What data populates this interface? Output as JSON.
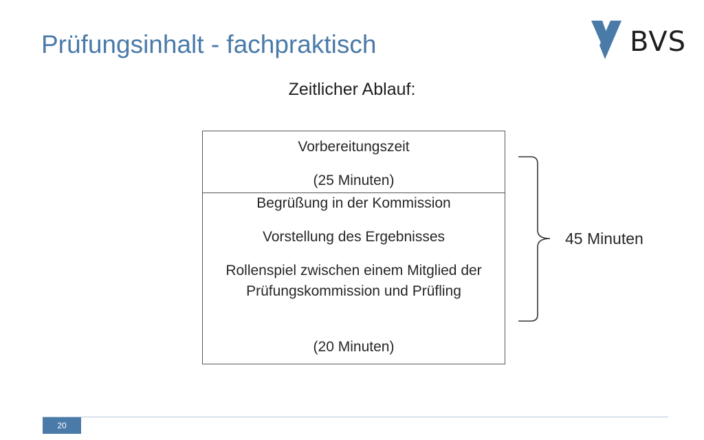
{
  "slide": {
    "title": "Prüfungsinhalt - fachpraktisch",
    "subtitle": "Zeitlicher Ablauf:",
    "page_number": "20"
  },
  "logo": {
    "text": "BVS",
    "icon": "bvs-v-mark-icon",
    "color": "#4a7aa8"
  },
  "schedule": {
    "preparation": {
      "label": "Vorbereitungszeit",
      "duration": "(25 Minuten)"
    },
    "exam": {
      "items": [
        "Begrüßung in der Kommission",
        "Vorstellung des Ergebnisses",
        "Rollenspiel zwischen einem Mitglied der Prüfungskommission und Prüfling"
      ],
      "duration": "(20 Minuten)"
    },
    "total": "45 Minuten"
  },
  "colors": {
    "accent": "#4a7aa8",
    "text": "#262626"
  }
}
